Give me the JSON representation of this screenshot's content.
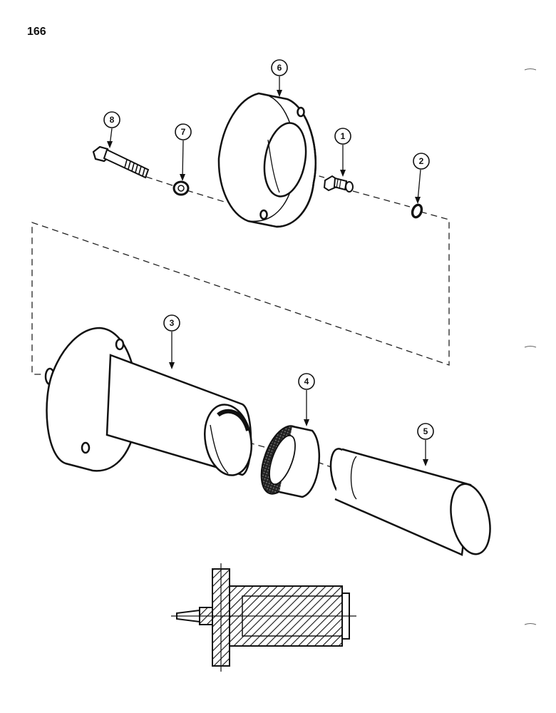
{
  "page": {
    "number": "166"
  },
  "callouts": [
    "1",
    "2",
    "3",
    "4",
    "5",
    "6",
    "7",
    "8"
  ]
}
